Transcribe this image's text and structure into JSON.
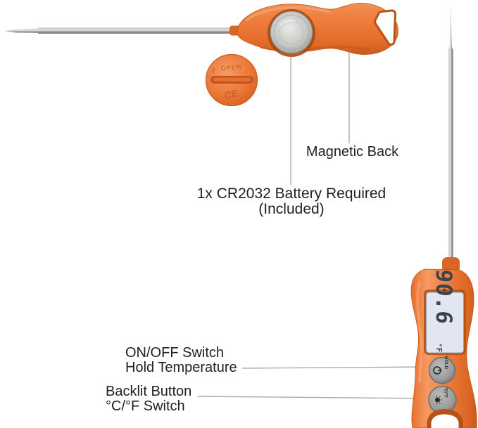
{
  "background": "#ffffff",
  "palette": {
    "orange": "#EE7C3A",
    "orange_highlight": "#F5A06A",
    "orange_dark": "#C65A1E",
    "steel": "#C9C9C7",
    "lcd_bg": "#E2E6F0",
    "lcd_digits": "#3A4250",
    "button_gray": "#9D9D9B",
    "callout_line": "#ABABAB",
    "text": "#1F1F1F"
  },
  "annotations": {
    "magnetic_back": "Magnetic Back",
    "battery_required": "1x CR2032 Battery Required",
    "battery_included": "(Included)",
    "on_off_switch": "ON/OFF Switch",
    "hold_temperature": "Hold Temperature",
    "backlit_button": "Backlit Button",
    "cf_switch": "°C/°F Switch"
  },
  "device": {
    "battery_cap": {
      "open_label": "OPEN",
      "ce_mark": "CE"
    },
    "display": {
      "value": "90.6",
      "unit": "°F"
    },
    "buttons": {
      "hold_label": "HOLD",
      "unit_label": "°C/°F"
    }
  }
}
